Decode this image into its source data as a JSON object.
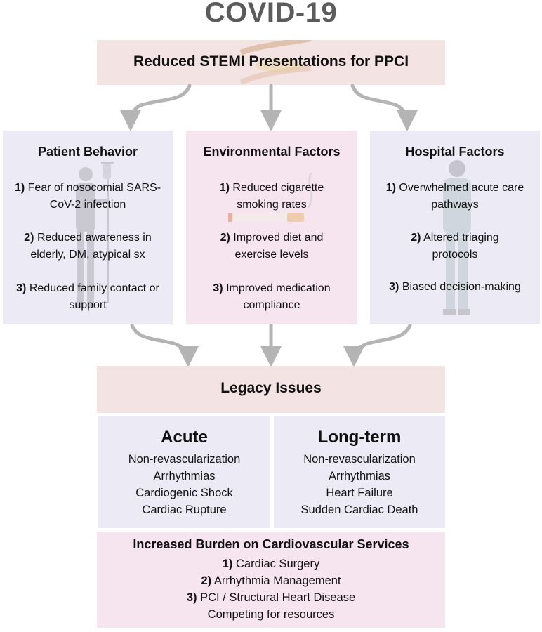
{
  "title": "COVID-19",
  "top": {
    "label": "Reduced STEMI Presentations for PPCI"
  },
  "columns": [
    {
      "title": "Patient Behavior",
      "items": [
        {
          "num": "1)",
          "text": "Fear of nosocomial SARS-CoV-2 infection"
        },
        {
          "num": "2)",
          "text": "Reduced awareness in elderly, DM, atypical sx"
        },
        {
          "num": "3)",
          "text": "Reduced family contact or support"
        }
      ]
    },
    {
      "title": "Environmental Factors",
      "items": [
        {
          "num": "1)",
          "text": "Reduced cigarette smoking rates"
        },
        {
          "num": "2)",
          "text": "Improved diet and exercise levels"
        },
        {
          "num": "3)",
          "text": "Improved medication compliance"
        }
      ]
    },
    {
      "title": "Hospital Factors",
      "items": [
        {
          "num": "1)",
          "text": "Overwhelmed acute care pathways"
        },
        {
          "num": "2)",
          "text": "Altered triaging protocols"
        },
        {
          "num": "3)",
          "text": "Biased decision-making"
        }
      ]
    }
  ],
  "legacy": {
    "label": "Legacy Issues",
    "acute": {
      "title": "Acute",
      "items": [
        "Non-revascularization",
        "Arrhythmias",
        "Cardiogenic Shock",
        "Cardiac Rupture"
      ]
    },
    "long_term": {
      "title": "Long-term",
      "items": [
        "Non-revascularization",
        "Arrhythmias",
        "Heart Failure",
        "Sudden Cardiac Death"
      ]
    }
  },
  "burden": {
    "title": "Increased Burden on Cardiovascular Services",
    "items": [
      {
        "num": "1)",
        "text": "Cardiac Surgery"
      },
      {
        "num": "2)",
        "text": "Arrhythmia Management"
      },
      {
        "num": "3)",
        "text": "PCI / Structural Heart Disease"
      }
    ],
    "footer": "Competing for resources"
  },
  "colors": {
    "title_gray": "#5b5b5b",
    "header_pink": "#f3e3e3",
    "lavender": "#ecebf5",
    "light_pink": "#f6e4ee",
    "arrow_gray": "#b4b4b4"
  }
}
